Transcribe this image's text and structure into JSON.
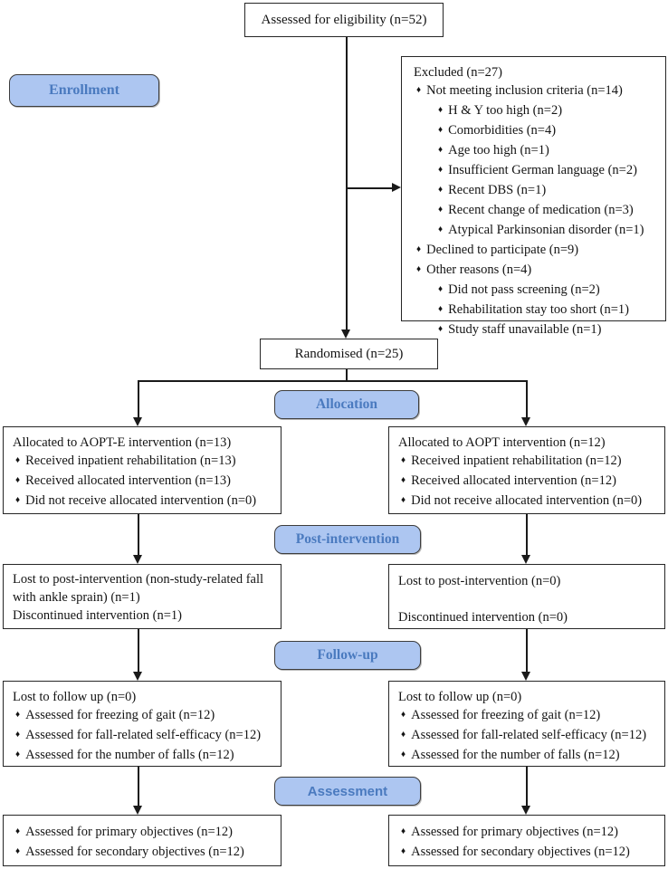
{
  "bullet_char": "♦",
  "colors": {
    "label_fill": "#adc6f1",
    "label_text": "#4a7abf",
    "label_border": "#3d3d3d",
    "box_border": "#262626",
    "arrow": "#1a1a1a",
    "background": "#ffffff"
  },
  "stages": {
    "enrollment": "Enrollment",
    "allocation": "Allocation",
    "post_intervention": "Post-intervention",
    "follow_up": "Follow-up",
    "assessment": "Assessment"
  },
  "boxes": {
    "eligibility": {
      "text": "Assessed for eligibility (n=52)"
    },
    "excluded": {
      "title": "Excluded (n=27)",
      "items": [
        {
          "level": 1,
          "text": "Not meeting inclusion criteria (n=14)"
        },
        {
          "level": 2,
          "text": "H & Y too high (n=2)"
        },
        {
          "level": 2,
          "text": "Comorbidities (n=4)"
        },
        {
          "level": 2,
          "text": "Age too high (n=1)"
        },
        {
          "level": 2,
          "text": "Insufficient German language (n=2)"
        },
        {
          "level": 2,
          "text": "Recent DBS (n=1)"
        },
        {
          "level": 2,
          "text": "Recent change of medication (n=3)"
        },
        {
          "level": 2,
          "text": "Atypical Parkinsonian disorder (n=1)"
        },
        {
          "level": 1,
          "text": "Declined to participate (n=9)"
        },
        {
          "level": 1,
          "text": "Other reasons (n=4)"
        },
        {
          "level": 2,
          "text": "Did not pass screening (n=2)"
        },
        {
          "level": 2,
          "text": "Rehabilitation stay too short (n=1)"
        },
        {
          "level": 2,
          "text": "Study staff unavailable (n=1)"
        }
      ]
    },
    "randomised": {
      "text": "Randomised (n=25)"
    },
    "alloc_left": {
      "title": "Allocated to AOPT-E intervention (n=13)",
      "items": [
        "Received inpatient rehabilitation (n=13)",
        "Received allocated intervention (n=13)",
        "Did not receive allocated intervention (n=0)"
      ]
    },
    "alloc_right": {
      "title": "Allocated to AOPT intervention (n=12)",
      "items": [
        "Received inpatient rehabilitation (n=12)",
        "Received allocated intervention (n=12)",
        "Did not receive allocated intervention  (n=0)"
      ]
    },
    "post_left": {
      "line1": "Lost to post-intervention (non-study-related fall with ankle sprain) (n=1)",
      "line2": "Discontinued intervention (n=1)"
    },
    "post_right": {
      "line1": "Lost to post-intervention (n=0)",
      "line2": "Discontinued intervention (n=0)"
    },
    "followup_left": {
      "title": "Lost to follow up (n=0)",
      "items": [
        "Assessed for freezing of gait (n=12)",
        "Assessed for fall-related self-efficacy (n=12)",
        "Assessed for the number of falls (n=12)"
      ]
    },
    "followup_right": {
      "title": "Lost to follow up (n=0)",
      "items": [
        "Assessed for freezing of gait (n=12)",
        "Assessed for fall-related self-efficacy (n=12)",
        "Assessed for the number of falls (n=12)"
      ]
    },
    "assess_left": {
      "items": [
        "Assessed for primary objectives (n=12)",
        "Assessed for secondary objectives (n=12)"
      ]
    },
    "assess_right": {
      "items": [
        "Assessed for primary objectives (n=12)",
        "Assessed for secondary objectives (n=12)"
      ]
    }
  }
}
